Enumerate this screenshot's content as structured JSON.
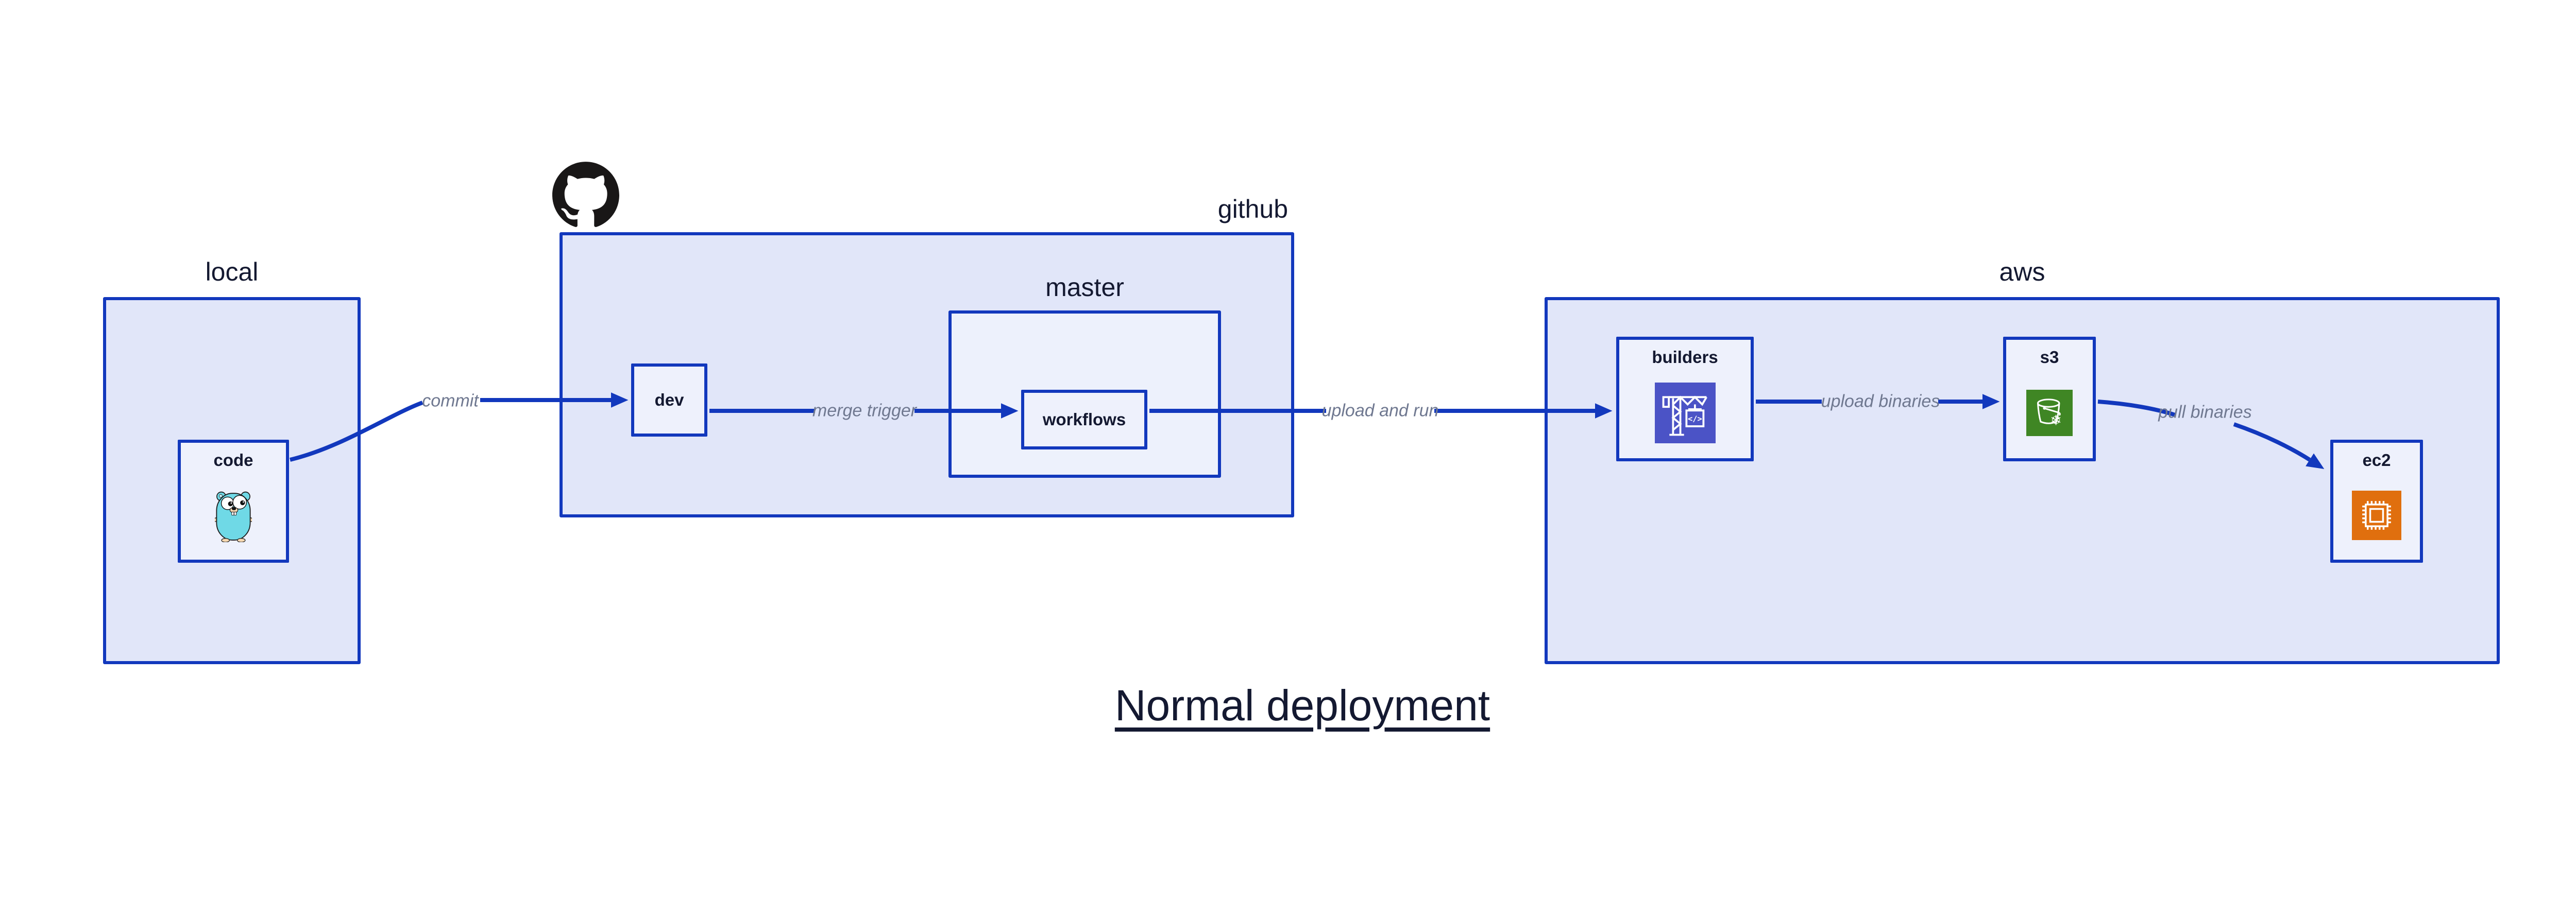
{
  "title": {
    "text": "Normal deployment"
  },
  "groups": {
    "local": {
      "label": "local"
    },
    "github": {
      "label": "github"
    },
    "master": {
      "label": "master"
    },
    "aws": {
      "label": "aws"
    }
  },
  "nodes": {
    "code": {
      "label": "code",
      "icon": "go-gopher-icon"
    },
    "dev": {
      "label": "dev"
    },
    "workflows": {
      "label": "workflows"
    },
    "builders": {
      "label": "builders",
      "icon": "aws-codebuild-icon"
    },
    "s3": {
      "label": "s3",
      "icon": "aws-s3-glacier-bucket-icon"
    },
    "ec2": {
      "label": "ec2",
      "icon": "aws-ec2-chip-icon"
    }
  },
  "edges": [
    {
      "from": "code",
      "to": "dev",
      "label": "commit"
    },
    {
      "from": "dev",
      "to": "workflows",
      "label": "merge trigger"
    },
    {
      "from": "workflows",
      "to": "builders",
      "label": "upload and run"
    },
    {
      "from": "builders",
      "to": "s3",
      "label": "upload binaries"
    },
    {
      "from": "s3",
      "to": "ec2",
      "label": "pull binaries"
    }
  ],
  "icons": {
    "github_logo": "github-octocat-icon",
    "codebuild_glyph": "</>"
  },
  "colors": {
    "edge_blue": "#1238bd",
    "group_fill": "#e1e6f9",
    "node_fill": "#eef1fc",
    "edge_label_gray": "#6f7890",
    "text_dark": "#141931",
    "codebuild_bg": "#4b53c6",
    "s3_bg": "#3f8624",
    "ec2_bg": "#e06f0e",
    "gopher_teal": "#6fd9e6",
    "octocat_black": "#191717"
  }
}
